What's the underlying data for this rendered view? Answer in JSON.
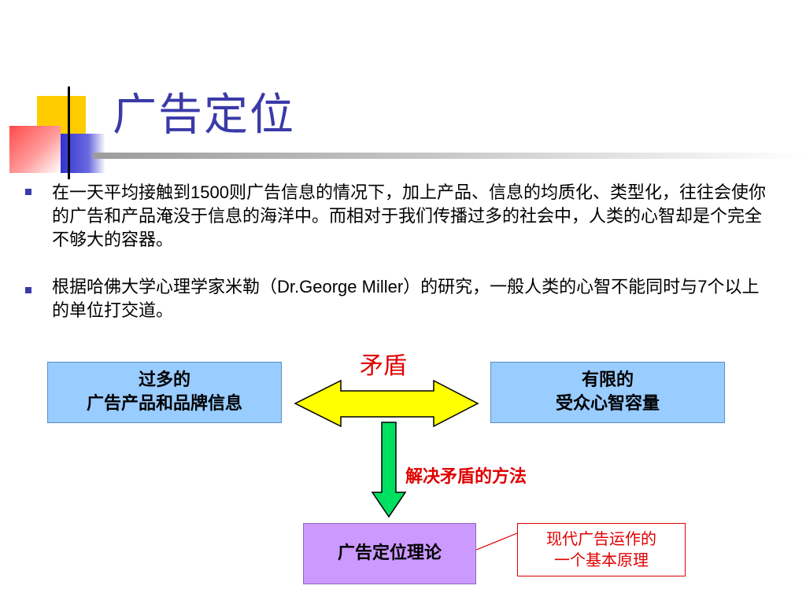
{
  "slide": {
    "title": "广告定位",
    "bullets": [
      {
        "before": "在一天平均接触到",
        "num": "1500",
        "after": "则广告信息的情况下，加上产品、信息的均质化、类型化，往往会使你的广告和产品淹没于信息的海洋中。而相对于我们传播过多的社会中，人类的心智却是个完全不够大的容器。"
      },
      {
        "before": "根据哈佛大学心理学家米勒（",
        "name": "Dr.George Miller",
        "middle": "）的研究，一般人类的心智不能同时与",
        "num": "7",
        "after": "个以上的单位打交道。"
      }
    ]
  },
  "diagram": {
    "left_box": {
      "line1": "过多的",
      "line2": "广告产品和品牌信息"
    },
    "right_box": {
      "line1": "有限的",
      "line2": "受众心智容量"
    },
    "conflict_label": "矛盾",
    "solution_label": "解决矛盾的方法",
    "result_box": "广告定位理论",
    "note_box": {
      "line1": "现代广告运作的",
      "line2": "一个基本原理"
    },
    "colors": {
      "blue_box": "#99ccff",
      "purple_box": "#cc99ff",
      "arrow_yellow": "#ffff00",
      "arrow_green": "#00e060",
      "red_text": "#e00000",
      "title_blue": "#3a3aa8"
    }
  }
}
